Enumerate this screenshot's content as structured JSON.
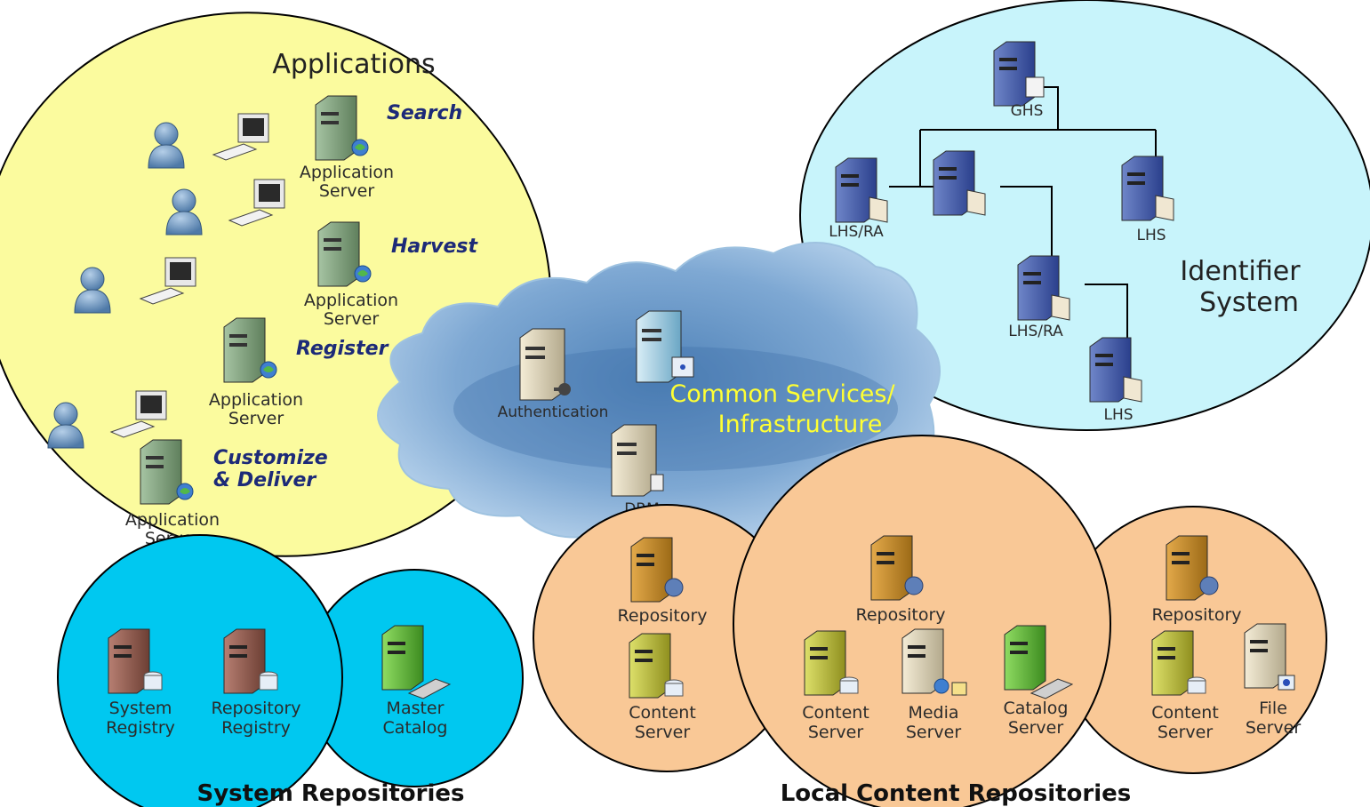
{
  "applications": {
    "title": "Applications",
    "servers": [
      {
        "function": "Search",
        "label1": "Application",
        "label2": "Server"
      },
      {
        "function": "Harvest",
        "label1": "Application",
        "label2": "Server"
      },
      {
        "function": "Register",
        "label1": "Application",
        "label2": "Server"
      },
      {
        "function": "Customize",
        "function2": "& Deliver",
        "label1": "Application",
        "label2": "Server"
      }
    ]
  },
  "common_services": {
    "title1": "Common Services/",
    "title2": "Infrastructure",
    "authentication": "Authentication",
    "drm": "DRM"
  },
  "identifier_system": {
    "title1": "Identifier",
    "title2": "System",
    "ghs": "GHS",
    "lhs_ra_1": "LHS/RA",
    "lhs_1": "LHS",
    "lhs_ra_2": "LHS/RA",
    "lhs_2": "LHS"
  },
  "system_repositories": {
    "title": "System Repositories",
    "system_registry": {
      "l1": "System",
      "l2": "Registry"
    },
    "repository_registry": {
      "l1": "Repository",
      "l2": "Registry"
    },
    "master_catalog": {
      "l1": "Master",
      "l2": "Catalog"
    }
  },
  "local_content_repositories": {
    "title": "Local Content Repositories",
    "left": {
      "repository": "Repository",
      "content": {
        "l1": "Content",
        "l2": "Server"
      }
    },
    "middle": {
      "repository": "Repository",
      "content": {
        "l1": "Content",
        "l2": "Server"
      },
      "media": {
        "l1": "Media",
        "l2": "Server"
      },
      "catalog": {
        "l1": "Catalog",
        "l2": "Server"
      }
    },
    "right": {
      "repository": "Repository",
      "content": {
        "l1": "Content",
        "l2": "Server"
      },
      "file": {
        "l1": "File",
        "l2": "Server"
      }
    }
  },
  "colors": {
    "applications_fill": "#fbfb9e",
    "identifier_fill": "#c8f4fb",
    "system_repo_fill": "#00c8f0",
    "local_repo_fill": "#f9c896",
    "cloud_fill": "#8fb8dc"
  }
}
